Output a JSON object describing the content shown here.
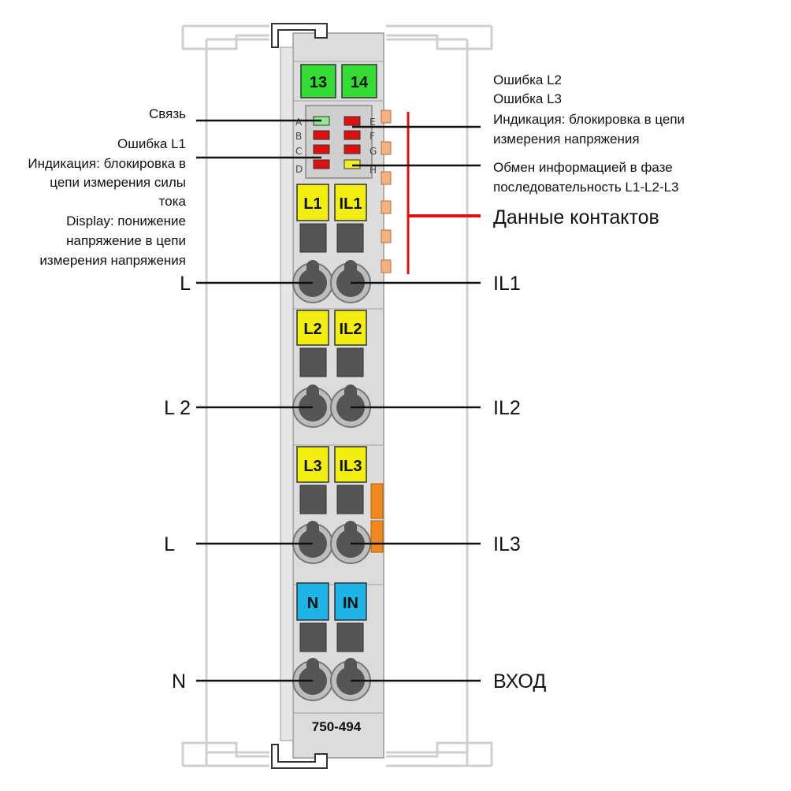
{
  "top_terminals": [
    "13",
    "14"
  ],
  "led_letters_left": [
    "A",
    "B",
    "C",
    "D"
  ],
  "led_letters_right": [
    "E",
    "F",
    "G",
    "H"
  ],
  "colors": {
    "green_terminal": "#33dd33",
    "yellow_terminal": "#f2ee10",
    "blue_terminal": "#1eb4e6",
    "led_red": "#e01010",
    "led_green": "#90e890",
    "led_yellow": "#f0ee20",
    "status_red": "#e01010",
    "contact_orange": "#f4b080",
    "side_orange": "#f08a20",
    "body": "#dcdcdc",
    "slot": "#555555"
  },
  "terminal_groups": [
    {
      "left": "L1",
      "right": "IL1",
      "color": "yellow"
    },
    {
      "left": "L2",
      "right": "IL2",
      "color": "yellow"
    },
    {
      "left": "L3",
      "right": "IL3",
      "color": "yellow"
    },
    {
      "left": "N",
      "right": "IN",
      "color": "blue"
    }
  ],
  "model": "750-494",
  "labels": {
    "left": {
      "svyaz": "Связь",
      "error_l1": "Ошибка L1",
      "current_block": [
        "Индикация: блокировка в",
        "цепи измерения силы",
        "тока"
      ],
      "display_low": [
        "Display: понижение",
        "напряжение в цепи",
        "измерения напряжения"
      ],
      "wire1": "L",
      "wire2": "L 2",
      "wire3": "L",
      "wire4": "N"
    },
    "right": {
      "error_l2": "Ошибка L2",
      "error_l3": "Ошибка L3",
      "voltage_block": [
        "Индикация: блокировка в цепи",
        "измерения напряжения"
      ],
      "phase_seq": [
        "Обмен информацией в фазе",
        "последовательность L1-L2-L3"
      ],
      "contacts": "Данные контактов",
      "wire1": "IL1",
      "wire2": "IL2",
      "wire3": "IL3",
      "wire4": "ВХОД"
    }
  }
}
